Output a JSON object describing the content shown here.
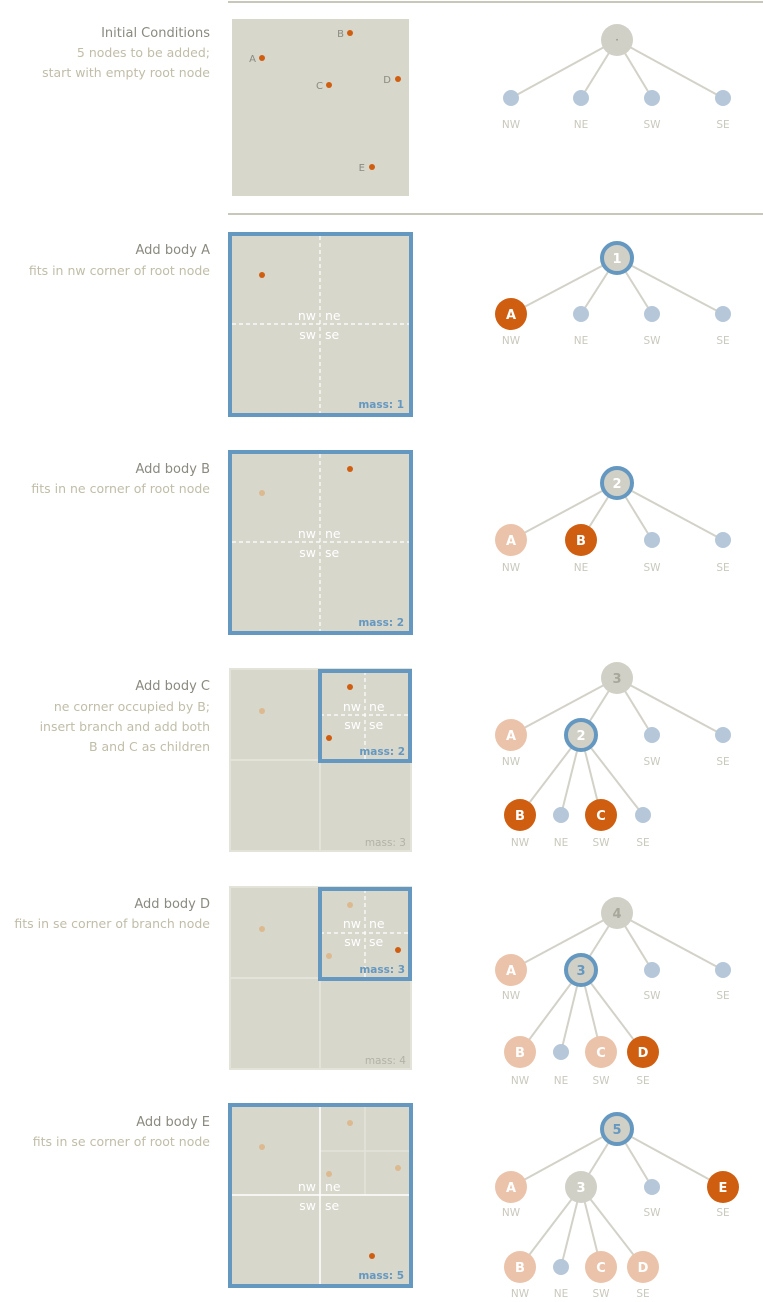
{
  "colors": {
    "panel": "#d8d7cc",
    "blue": "#6598c0",
    "orange": "#d05e10",
    "pale_orange": "#ebc3aa",
    "pale_dot": "#ddb98f",
    "leaf_blue": "#b6c7d9",
    "gray_node": "#d1d0c6",
    "title_text": "#8b8a80",
    "sub_text": "#c0bda8",
    "line": "#d3d2c8",
    "quad_label": "#c9c8bd"
  },
  "steps": [
    {
      "title": "Initial Conditions",
      "lines": [
        "5 nodes to be added;",
        "start with empty root node"
      ],
      "mass": "",
      "root": "·",
      "quads": {
        "nw": "",
        "ne": "",
        "sw": "",
        "se": ""
      },
      "point_labels": [
        "A",
        "B",
        "C",
        "D",
        "E"
      ],
      "tree_children": [
        "",
        "",
        "",
        ""
      ],
      "tree_labels": [
        "NW",
        "NE",
        "SW",
        "SE"
      ]
    },
    {
      "title": "Add body A",
      "lines": [
        "fits in nw corner of root node"
      ],
      "mass": "mass: 1",
      "root": "1",
      "quads": {
        "nw": "nw",
        "ne": "ne",
        "sw": "sw",
        "se": "se"
      },
      "tree_children": [
        "A",
        "",
        "",
        ""
      ],
      "tree_labels": [
        "NW",
        "NE",
        "SW",
        "SE"
      ]
    },
    {
      "title": "Add body B",
      "lines": [
        "fits in ne corner of root node"
      ],
      "mass": "mass: 2",
      "root": "2",
      "quads": {
        "nw": "nw",
        "ne": "ne",
        "sw": "sw",
        "se": "se"
      },
      "tree_children": [
        "A",
        "B",
        "",
        ""
      ],
      "tree_labels": [
        "NW",
        "NE",
        "SW",
        "SE"
      ]
    },
    {
      "title": "Add body C",
      "lines": [
        "ne corner occupied by B;",
        "insert branch and add both",
        "B and C as children"
      ],
      "mass": "mass: 2",
      "mass_outer": "mass: 3",
      "root": "3",
      "branch": "2",
      "quads": {
        "nw": "nw",
        "ne": "ne",
        "sw": "sw",
        "se": "se"
      },
      "tree_children": [
        "A",
        "",
        "",
        ""
      ],
      "tree_labels": [
        "NW",
        "",
        "SW",
        "SE"
      ],
      "sub_children": [
        "B",
        "",
        "C",
        ""
      ],
      "sub_labels": [
        "NW",
        "NE",
        "SW",
        "SE"
      ]
    },
    {
      "title": "Add body D",
      "lines": [
        "fits in se corner of branch node"
      ],
      "mass": "mass: 3",
      "mass_outer": "mass: 4",
      "root": "4",
      "branch": "3",
      "quads": {
        "nw": "nw",
        "ne": "ne",
        "sw": "sw",
        "se": "se"
      },
      "tree_children": [
        "A",
        "",
        "",
        ""
      ],
      "tree_labels": [
        "NW",
        "",
        "SW",
        "SE"
      ],
      "sub_children": [
        "B",
        "",
        "C",
        "D"
      ],
      "sub_labels": [
        "NW",
        "NE",
        "SW",
        "SE"
      ]
    },
    {
      "title": "Add body E",
      "lines": [
        "fits in se corner of root node"
      ],
      "mass": "mass: 5",
      "root": "5",
      "branch": "3",
      "quads": {
        "nw": "nw",
        "ne": "ne",
        "sw": "sw",
        "se": "se"
      },
      "tree_children": [
        "A",
        "",
        "",
        "E"
      ],
      "tree_labels": [
        "NW",
        "",
        "SW",
        "SE"
      ],
      "sub_children": [
        "B",
        "",
        "C",
        "D"
      ],
      "sub_labels": [
        "NW",
        "NE",
        "SW",
        "SE"
      ]
    }
  ]
}
